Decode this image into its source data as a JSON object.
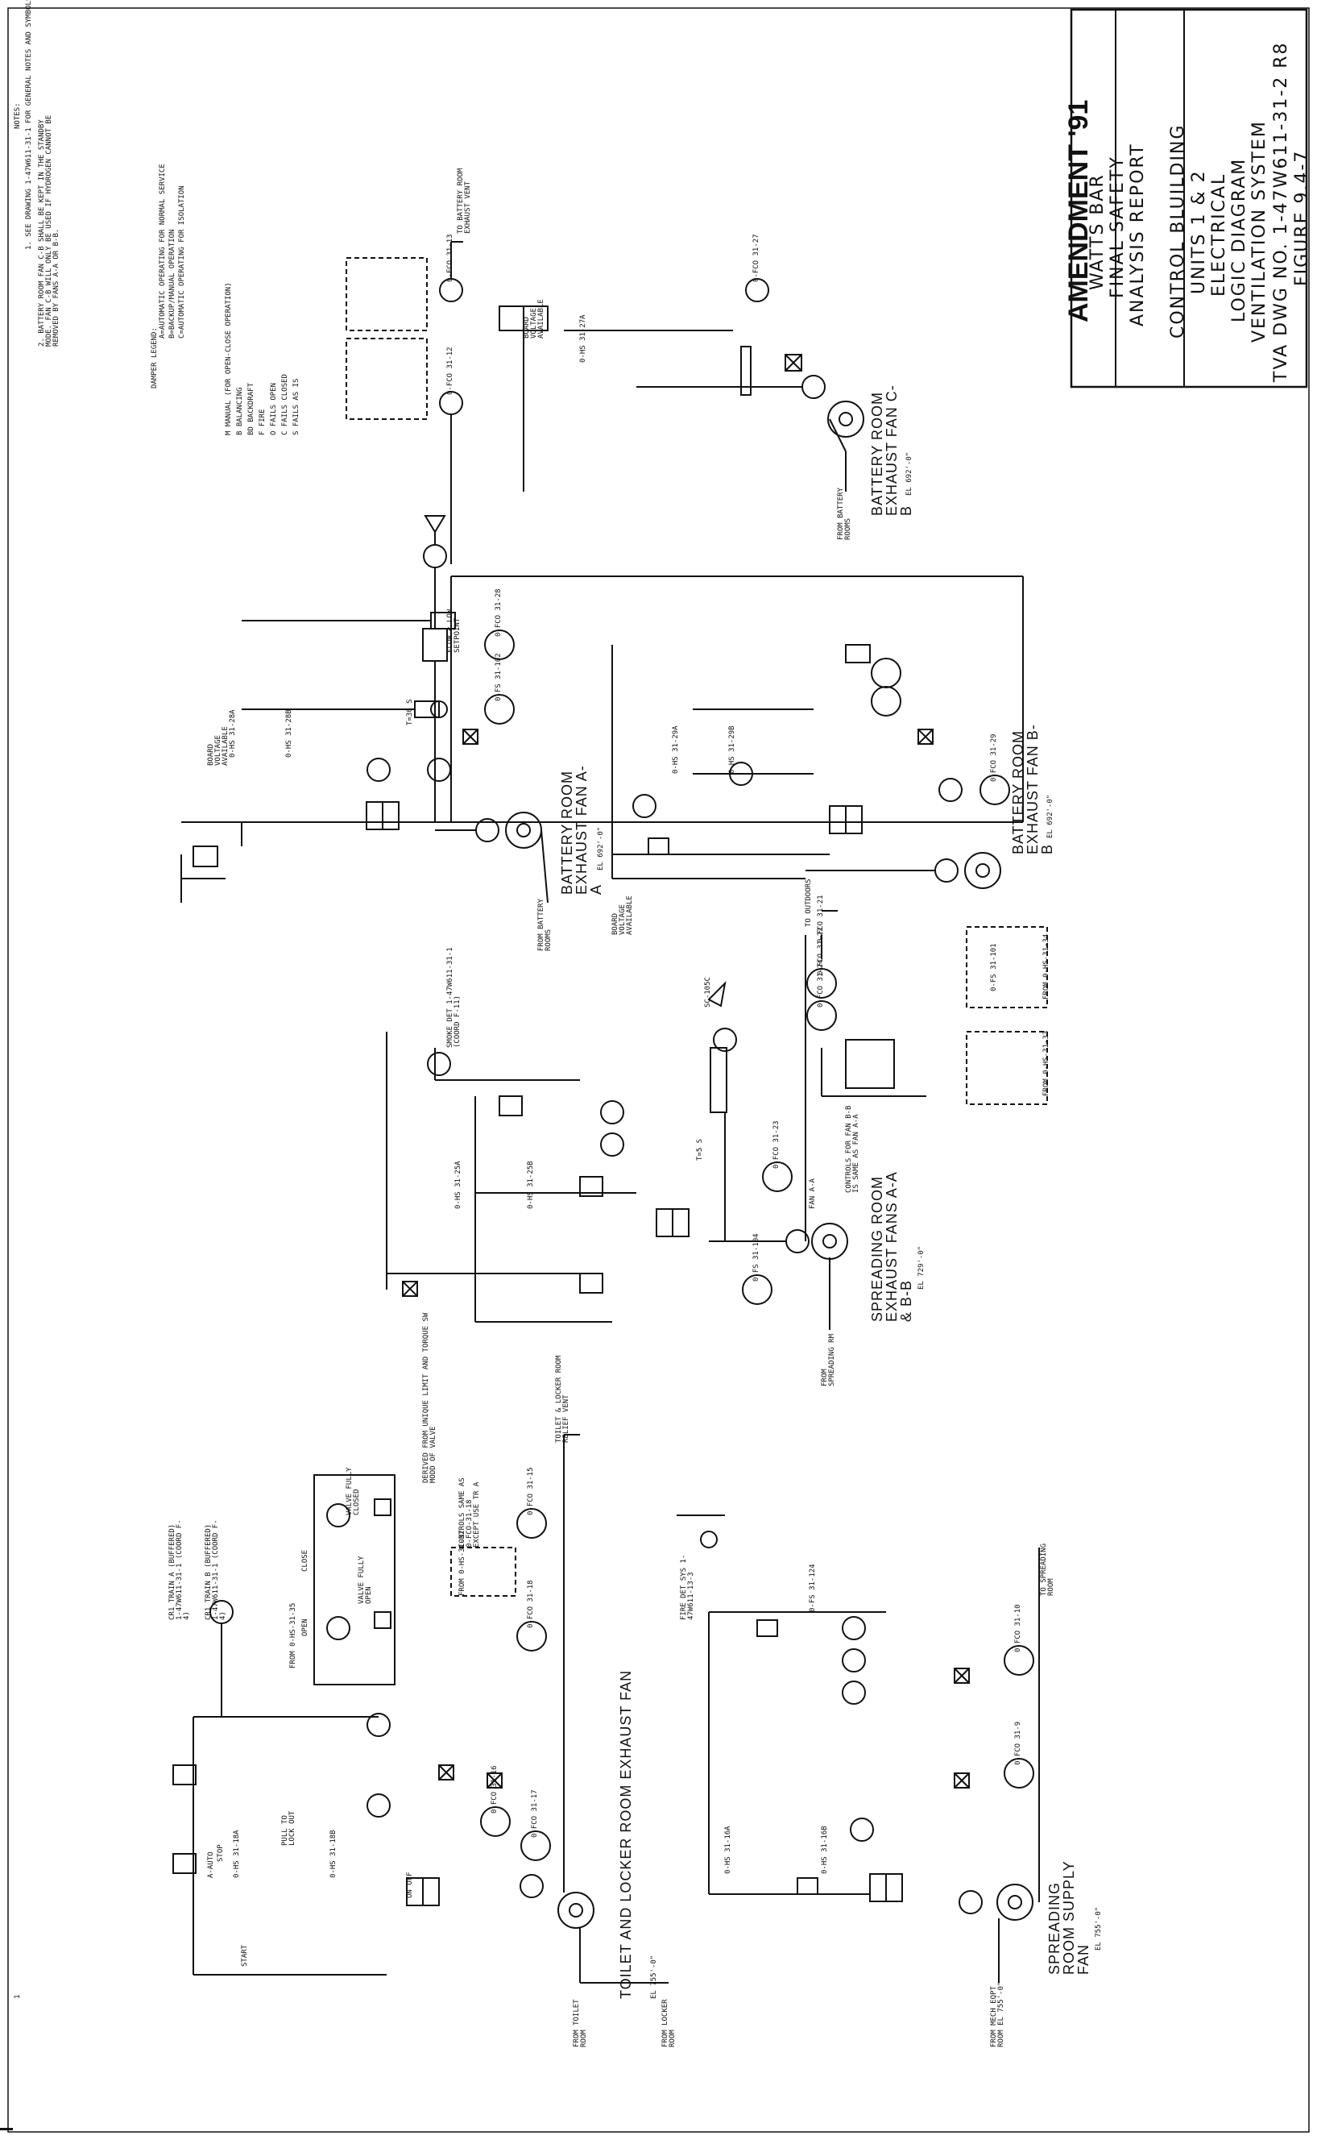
{
  "title_block": {
    "amendment": "AMENDMENT '91",
    "line1": "WATTS BAR",
    "line2": "FINAL SAFETY",
    "line3": "ANALYSIS REPORT",
    "line4": "CONTROL BLUILDING",
    "line5": "UNITS 1 & 2",
    "line6": "ELECTRICAL",
    "line7": "LOGIC DIAGRAM",
    "line8": "VENTILATION SYSTEM",
    "line9": "TVA DWG NO. 1-47W611-31-2 R8",
    "line10": "FIGURE 9.4-7"
  },
  "notes": {
    "header": "NOTES:",
    "note1": "1. SEE DRAWING 1-47W611-31-1 FOR GENERAL NOTES AND SYMBOLS.",
    "note2": "2. BATTERY ROOM FAN C-B SHALL BE KEPT IN THE STANDBY MODE. FAN C-B WILL ONLY BE USED IF HYDROGEN CANNOT BE REMOVED BY FANS A-A OR B-B."
  },
  "damper_legend": {
    "title": "DAMPER LEGEND:",
    "a": "A=AUTOMATIC OPERATING FOR NORMAL SERVICE",
    "b": "B=BACKUP/MANUAL OPERATION",
    "c": "C=AUTOMATIC OPERATING FOR ISOLATION",
    "items": [
      "M MANUAL (FOR OPEN-CLOSE OPERATION)",
      "B BALANCING",
      "BD BACKDRAFT",
      "F FIRE",
      "O FAILS OPEN",
      "C FAILS CLOSED",
      "S FAILS AS IS"
    ]
  },
  "fans": {
    "toilet": "TOILET AND LOCKER ROOM EXHAUST FAN",
    "toilet_el": "EL 755'-0\"",
    "spreading_supply": "SPREADING ROOM SUPPLY FAN",
    "spreading_supply_el": "EL 755'-0\"",
    "spreading_exhaust": "SPREADING ROOM EXHAUST FANS A-A & B-B",
    "spreading_exhaust_el": "EL 729'-0\"",
    "battery_aa": "BATTERY ROOM EXHAUST FAN A-A",
    "battery_aa_el": "EL 692'-0\"",
    "battery_bb": "BATTERY ROOM EXHAUST FAN B-B",
    "battery_bb_el": "EL 692'-0\"",
    "battery_cb": "BATTERY ROOM EXHAUST FAN C-B",
    "battery_cb_el": "EL 692'-0\""
  },
  "flow_labels": {
    "from_toilet": "FROM TOILET ROOM",
    "from_locker": "FROM LOCKER ROOM",
    "toilet_relief": "TOILET & LOCKER ROOM RELIEF VENT",
    "from_mech": "FROM MECH EQPT ROOM EL 755'-0\"",
    "to_spreading": "TO SPREADING ROOM",
    "from_spreading": "FROM SPREADING RM",
    "to_outdoors": "TO OUTDOORS",
    "from_battery_1": "FROM BATTERY ROOMS",
    "from_battery_2": "FROM BATTERY ROOMS",
    "to_battery_vent": "TO BATTERY ROOM EXHAUST VENT",
    "board_voltage_1": "BOARD VOLTAGE AVAILABLE",
    "board_voltage_2": "BOARD VOLTAGE AVAILABLE",
    "board_voltage_3": "BOARD VOLTAGE AVAILABLE"
  },
  "switches": {
    "hs18a": "0-HS 31-18A",
    "hs18b": "0-HS 31-18B",
    "hs16a": "0-HS 31-16A",
    "hs16b": "0-HS 31-16B",
    "hs25a": "0-HS 31-25A",
    "hs25b": "0-HS 31-25B",
    "hs28a": "0-HS 31-28A",
    "hs28b": "0-HS 31-28B",
    "hs29a": "0-HS 31-29A",
    "hs29b": "0-HS 31-29B",
    "hs27a": "0-HS 31-27A"
  },
  "instruments": {
    "fco17": "0-FCO 31-17",
    "fco16": "0-FCO 31-16",
    "fco18": "0-FCO 31-18",
    "fco15": "0-FCO 31-15",
    "fco9": "0-FCO 31-9",
    "fco10": "0-FCO 31-10",
    "fco23": "0-FCO 31-23",
    "fco24": "0-FCO 31-24",
    "fco22": "0-FCO 31-22",
    "fco21": "0-FCO 31-21",
    "fco28": "0-FCO 31-28",
    "fco29": "0-FCO 31-29",
    "fco13": "0-FCO 31-13",
    "fco12": "0-FCO 31-12",
    "fco27": "0-FCO 31-27",
    "fs104": "0-FS 31-104",
    "fs102": "0-FS 31-102",
    "fs101": "0-FS 31-101",
    "fs124": "0-FS 31-124"
  },
  "misc": {
    "start": "START",
    "stop": "STOP",
    "a_auto": "A-AUTO",
    "pull_lock": "PULL TO LOCK OUT",
    "t30s": "T=30 S",
    "t5s": "T=5 S",
    "flow_low": "FLOW < LOW SETPOINT",
    "sc105c": "SC-105C",
    "valve_open": "VALVE FULLY OPEN",
    "valve_closed": "VALVE FULLY CLOSED",
    "derived": "DERIVED FROM UNIQUE LIMIT AND TORQUE SW MODD OF VALVE",
    "open": "OPEN",
    "close": "CLOSE",
    "controls_same": "CONTROLS SAME AS 0-FCO-31-18 EXCEPT USE TR A",
    "train_a": "CR1 TRAIN A (BUFFERED) 1-47W611-31-1 (COORD F-4)",
    "train_b": "CR1 TRAIN B (BUFFERED) 1-47W611-31-1 (COORD F-4)",
    "smoke_det": "SMOKE DET 1-47W611-31-1 (COORD F-11)",
    "fire_det": "FIRE DET SYS 1-47W611-13-3",
    "on_off": "ON OFF",
    "from_hs35": "FROM 0-HS-31-35",
    "from_hs32": "FROM 0-HS-31-32",
    "from_hs33": "FROM 0-HS-31-33",
    "from_hs34": "FROM 0-HS-31-34",
    "controls_fan": "CONTROLS FOR FAN B-B IS SAME AS FAN A-A",
    "fan_aa": "FAN A-A",
    "margin_num": "1"
  }
}
